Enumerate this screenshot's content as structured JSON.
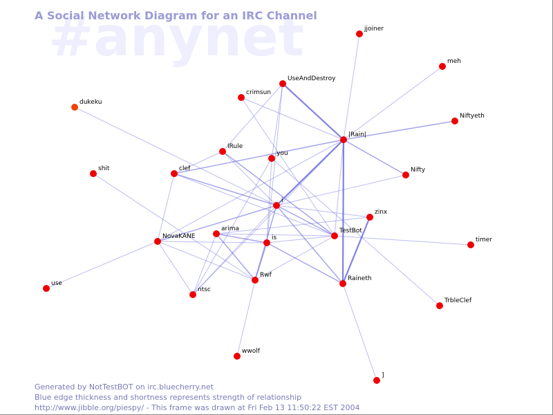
{
  "watermark": "#anynet",
  "title": "A Social Network Diagram for an IRC Channel",
  "colors": {
    "edge": "#6b6bdf",
    "node": "#ee0000",
    "node_alt": "#ee4400",
    "title": "#9b9bd6",
    "footer": "#7b7bb8",
    "watermark": "#eeeeff"
  },
  "nodes": [
    {
      "id": "jjoiner",
      "label": "jjoiner",
      "color": "#ee0000"
    },
    {
      "id": "meh",
      "label": "meh",
      "color": "#ee0000"
    },
    {
      "id": "UseAndDestroy",
      "label": "UseAndDestroy",
      "color": "#ee0000"
    },
    {
      "id": "crimsun",
      "label": "crimsun",
      "color": "#ee0000"
    },
    {
      "id": "dukeku",
      "label": "dukeku",
      "color": "#ee4400"
    },
    {
      "id": "Niftyeth",
      "label": "Niftyeth",
      "color": "#ee0000"
    },
    {
      "id": "Rain",
      "label": "|Rain|",
      "color": "#ee0000"
    },
    {
      "id": "IRule",
      "label": "IRule",
      "color": "#ee0000"
    },
    {
      "id": "you",
      "label": "you",
      "color": "#ee0000"
    },
    {
      "id": "shit",
      "label": "shit",
      "color": "#ee0000"
    },
    {
      "id": "clef",
      "label": "clef",
      "color": "#ee0000"
    },
    {
      "id": "Nifty",
      "label": "Nifty",
      "color": "#ee0000"
    },
    {
      "id": "i",
      "label": "i",
      "color": "#ee0000"
    },
    {
      "id": "zinx",
      "label": "zinx",
      "color": "#ee0000"
    },
    {
      "id": "arima",
      "label": "arima",
      "color": "#ee0000"
    },
    {
      "id": "TestBot",
      "label": "TestBot",
      "color": "#ee0000"
    },
    {
      "id": "NovaKANE",
      "label": "NovaKANE",
      "color": "#ee0000"
    },
    {
      "id": "is",
      "label": "is",
      "color": "#ee0000"
    },
    {
      "id": "timer",
      "label": "timer",
      "color": "#ee0000"
    },
    {
      "id": "use",
      "label": "use",
      "color": "#ee0000"
    },
    {
      "id": "Rwf",
      "label": "Rwf",
      "color": "#ee0000"
    },
    {
      "id": "Raineth",
      "label": "Raineth",
      "color": "#ee0000"
    },
    {
      "id": "ntsc",
      "label": "ntsc",
      "color": "#ee0000"
    },
    {
      "id": "TrbleClef",
      "label": "TrbleClef",
      "color": "#ee0000"
    },
    {
      "id": "wwolf",
      "label": "wwolf",
      "color": "#ee0000"
    },
    {
      "id": "bracket",
      "label": "]",
      "color": "#ee0000"
    }
  ],
  "edges": [
    {
      "source": "UseAndDestroy",
      "target": "Rain",
      "weight": 3
    },
    {
      "source": "Rain",
      "target": "i",
      "weight": 3
    },
    {
      "source": "Rain",
      "target": "Raineth",
      "weight": 3
    },
    {
      "source": "zinx",
      "target": "Raineth",
      "weight": 3
    },
    {
      "source": "i",
      "target": "NovaKANE",
      "weight": 2
    },
    {
      "source": "i",
      "target": "Raineth",
      "weight": 2
    },
    {
      "source": "Rain",
      "target": "Niftyeth",
      "weight": 2
    },
    {
      "source": "Rain",
      "target": "Nifty",
      "weight": 2
    },
    {
      "source": "Rain",
      "target": "clef",
      "weight": 2
    },
    {
      "source": "clef",
      "target": "i",
      "weight": 2
    },
    {
      "source": "arima",
      "target": "Rwf",
      "weight": 2
    },
    {
      "source": "arima",
      "target": "is",
      "weight": 2
    },
    {
      "source": "is",
      "target": "Raineth",
      "weight": 2
    },
    {
      "source": "is",
      "target": "Rwf",
      "weight": 2
    },
    {
      "source": "i",
      "target": "Rwf",
      "weight": 2
    },
    {
      "source": "i",
      "target": "TestBot",
      "weight": 2
    },
    {
      "source": "IRule",
      "target": "TestBot",
      "weight": 2
    },
    {
      "source": "IRule",
      "target": "UseAndDestroy",
      "weight": 1
    },
    {
      "source": "i",
      "target": "zinx",
      "weight": 1
    },
    {
      "source": "NovaKANE",
      "target": "is",
      "weight": 1
    },
    {
      "source": "NovaKANE",
      "target": "Rwf",
      "weight": 1
    },
    {
      "source": "NovaKANE",
      "target": "ntsc",
      "weight": 1
    },
    {
      "source": "NovaKANE",
      "target": "use",
      "weight": 1
    },
    {
      "source": "NovaKANE",
      "target": "clef",
      "weight": 1
    },
    {
      "source": "NovaKANE",
      "target": "Rain",
      "weight": 1
    },
    {
      "source": "shit",
      "target": "Rwf",
      "weight": 1
    },
    {
      "source": "dukeku",
      "target": "i",
      "weight": 1
    },
    {
      "source": "IRule",
      "target": "clef",
      "weight": 1
    },
    {
      "source": "UseAndDestroy",
      "target": "is",
      "weight": 1
    },
    {
      "source": "crimsun",
      "target": "Rain",
      "weight": 1
    },
    {
      "source": "crimsun",
      "target": "TestBot",
      "weight": 1
    },
    {
      "source": "Rain",
      "target": "jjoiner",
      "weight": 1
    },
    {
      "source": "Rain",
      "target": "meh",
      "weight": 1
    },
    {
      "source": "Rain",
      "target": "TestBot",
      "weight": 1
    },
    {
      "source": "Rain",
      "target": "ntsc",
      "weight": 1
    },
    {
      "source": "i",
      "target": "Nifty",
      "weight": 1
    },
    {
      "source": "zinx",
      "target": "arima",
      "weight": 1
    },
    {
      "source": "TestBot",
      "target": "is",
      "weight": 1
    },
    {
      "source": "TestBot",
      "target": "timer",
      "weight": 1
    },
    {
      "source": "TestBot",
      "target": "Rwf",
      "weight": 1
    },
    {
      "source": "TestBot",
      "target": "arima",
      "weight": 1
    },
    {
      "source": "Rwf",
      "target": "wwolf",
      "weight": 1
    },
    {
      "source": "Raineth",
      "target": "bracket",
      "weight": 1
    },
    {
      "source": "you",
      "target": "is",
      "weight": 1
    },
    {
      "source": "you",
      "target": "UseAndDestroy",
      "weight": 1
    },
    {
      "source": "you",
      "target": "ntsc",
      "weight": 1
    },
    {
      "source": "you",
      "target": "TrbleClef",
      "weight": 1
    },
    {
      "source": "arima",
      "target": "ntsc",
      "weight": 1
    },
    {
      "source": "ntsc",
      "target": "i",
      "weight": 1
    },
    {
      "source": "clef",
      "target": "TestBot",
      "weight": 1
    },
    {
      "source": "IRule",
      "target": "i",
      "weight": 1
    }
  ],
  "footer": {
    "line1": "Generated by NotTestBOT on irc.bluecherry.net",
    "line2": "Blue edge thickness and shortness represents strength of relationship",
    "line3": "http://www.jibble.org/piespy/ - This frame was drawn at Fri Feb 13 11:50:22 EST 2004"
  }
}
